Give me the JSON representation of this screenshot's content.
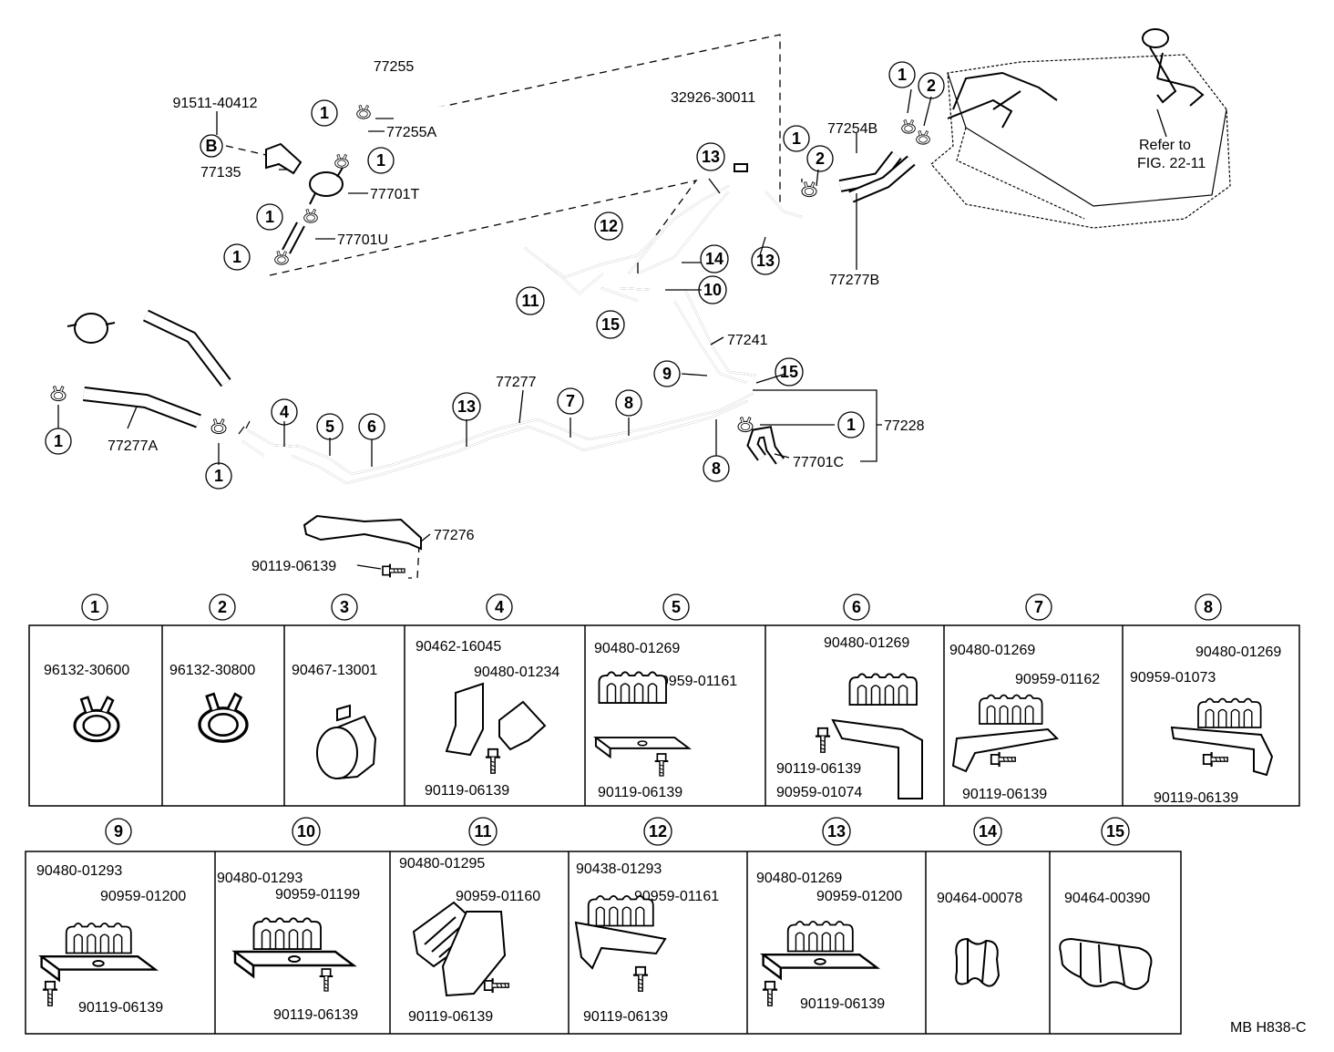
{
  "diagram_code": "MB H838-C",
  "refer_note": {
    "line1": "Refer to",
    "line2": "FIG. 22-11"
  },
  "part_numbers": {
    "p77255": "77255",
    "p77255a": "77255A",
    "p91511": "91511-40412",
    "p77135": "77135",
    "p77701t": "77701T",
    "p77701u": "77701U",
    "p32926": "32926-30011",
    "p77254b": "77254B",
    "p77277b": "77277B",
    "p77277a": "77277A",
    "p77277": "77277",
    "p77241": "77241",
    "p77228": "77228",
    "p77701c": "77701C",
    "p77276": "77276",
    "p90119": "90119-06139"
  },
  "symbols": {
    "b": "B",
    "n1": "1",
    "n2": "2",
    "n3": "3",
    "n4": "4",
    "n5": "5",
    "n6": "6",
    "n7": "7",
    "n8": "8",
    "n9": "9",
    "n10": "10",
    "n11": "11",
    "n12": "12",
    "n13": "13",
    "n14": "14",
    "n15": "15"
  },
  "detail_parts": {
    "c1": "96132-30600",
    "c2": "96132-30800",
    "c3": "90467-13001",
    "c4a": "90462-16045",
    "c4b": "90480-01234",
    "c4c": "90119-06139",
    "c5a": "90480-01269",
    "c5b": "90959-01161",
    "c5c": "90119-06139",
    "c6a": "90480-01269",
    "c6b": "90119-06139",
    "c6c": "90959-01074",
    "c7a": "90480-01269",
    "c7b": "90959-01162",
    "c7c": "90119-06139",
    "c8a": "90480-01269",
    "c8b": "90959-01073",
    "c8c": "90119-06139",
    "c9a": "90480-01293",
    "c9b": "90959-01200",
    "c9c": "90119-06139",
    "c10a": "90480-01293",
    "c10b": "90959-01199",
    "c10c": "90119-06139",
    "c11a": "90480-01295",
    "c11b": "90959-01160",
    "c11c": "90119-06139",
    "c12a": "90438-01293",
    "c12b": "90959-01161",
    "c12c": "90119-06139",
    "c13a": "90480-01269",
    "c13b": "90959-01200",
    "c13c": "90119-06139",
    "c14": "90464-00078",
    "c15": "90464-00390"
  }
}
